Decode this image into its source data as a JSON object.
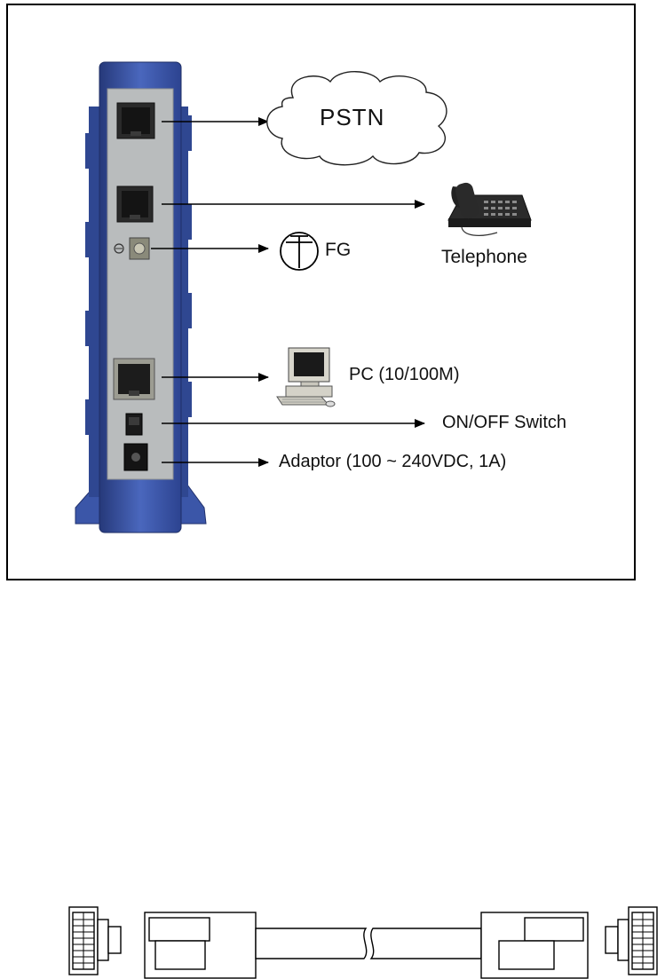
{
  "labels": {
    "pstn": "PSTN",
    "telephone": "Telephone",
    "fg": "FG",
    "pc": "PC (10/100M)",
    "switch": "ON/OFF Switch",
    "adaptor": "Adaptor (100 ~ 240VDC, 1A)"
  },
  "colors": {
    "device_blue": "#3a55a8",
    "device_blue_dark": "#26397a",
    "panel_gray": "#b9bcbd",
    "line": "#000000"
  }
}
